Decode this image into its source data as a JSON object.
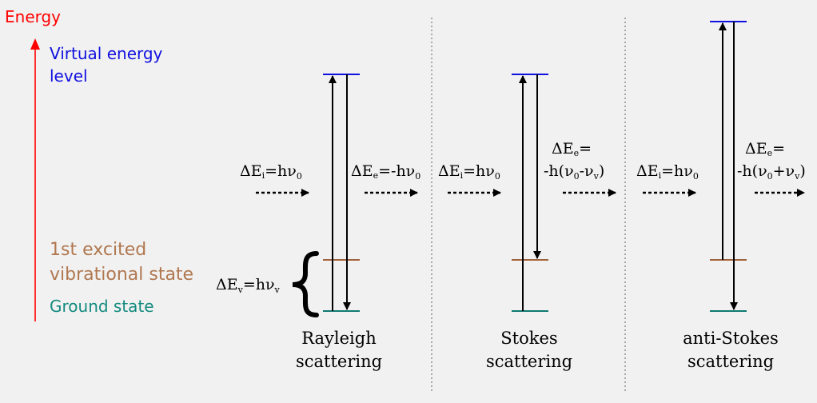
{
  "axis": {
    "label": "Energy",
    "color": "#ff0000"
  },
  "legend": {
    "virtual_line1": "Virtual energy",
    "virtual_line2": "level",
    "excited_line1": "1st excited",
    "excited_line2": "vibrational state",
    "ground": "Ground state"
  },
  "colors": {
    "virtual": "#1010e0",
    "excited": "#a0603a",
    "ground": "#0f7a72",
    "excited_text": "#b07850",
    "ground_text": "#138a7e",
    "ink": "#000000"
  },
  "delta_v": {
    "base": "ΔE",
    "sub": "v",
    "mid": "=hν",
    "sub2": "v"
  },
  "panels": [
    {
      "title_line1": "Rayleigh",
      "title_line2": "scattering",
      "incoming": {
        "base": "ΔE",
        "sub": "i",
        "rest": "=hν",
        "sub2": "0"
      },
      "outgoing_single": {
        "base": "ΔE",
        "sub": "e",
        "rest": "=-hν",
        "sub2": "0"
      }
    },
    {
      "title_line1": "Stokes",
      "title_line2": "scattering",
      "incoming": {
        "base": "ΔE",
        "sub": "i",
        "rest": "=hν",
        "sub2": "0"
      },
      "outgoing_top": {
        "base": "ΔE",
        "sub": "e",
        "rest": "="
      },
      "outgoing_bottom": {
        "a": "-h(ν",
        "sub_a": "0",
        "b": "-ν",
        "sub_b": "v",
        "c": ")"
      }
    },
    {
      "title_line1": "anti-Stokes",
      "title_line2": "scattering",
      "incoming": {
        "base": "ΔE",
        "sub": "i",
        "rest": "=hν",
        "sub2": "0"
      },
      "outgoing_top": {
        "base": "ΔE",
        "sub": "e",
        "rest": "="
      },
      "outgoing_bottom": {
        "a": "-h(ν",
        "sub_a": "0",
        "b": "+ν",
        "sub_b": "v",
        "c": ")"
      }
    }
  ]
}
